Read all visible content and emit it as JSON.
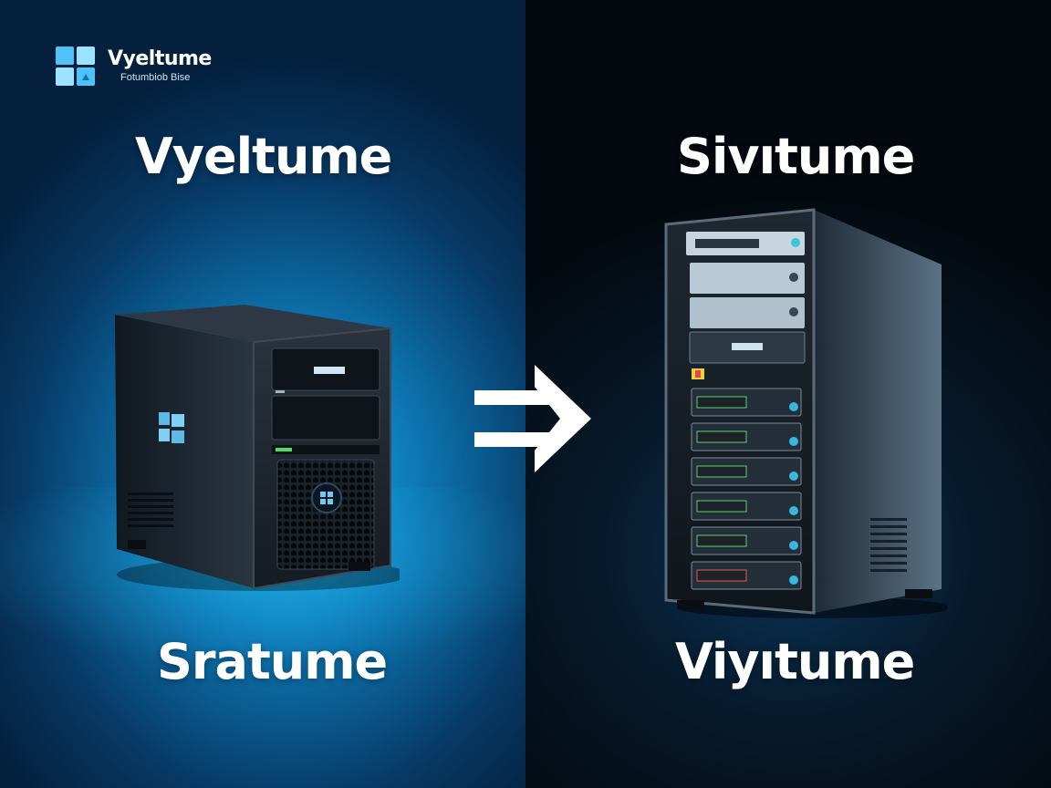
{
  "logo": {
    "name": "Vyeltume",
    "tagline": "Fotumbiob Bise"
  },
  "left": {
    "title": "Vyeltume",
    "caption": "Sratume",
    "server_type": "tower-server-windows",
    "badge_icon": "windows-logo-icon"
  },
  "right": {
    "title": "Sivıtume",
    "caption": "Viyıtume",
    "server_type": "rack-server-cabinet"
  },
  "arrow_icon": "double-arrow-right-icon",
  "colors": {
    "left_accent": "#19b8ee",
    "right_background": "#03090f",
    "text": "#ffffff"
  }
}
